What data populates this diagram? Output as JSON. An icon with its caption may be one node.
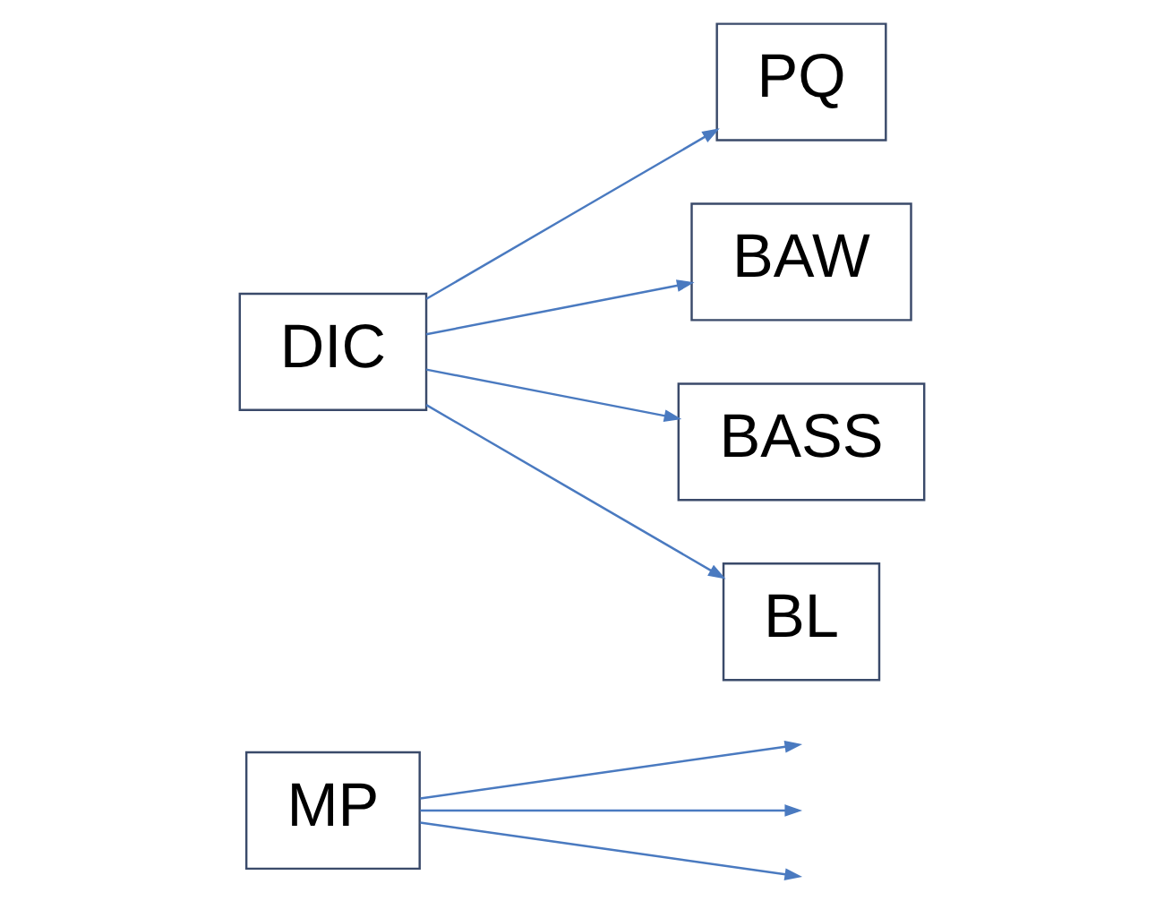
{
  "diagram": {
    "nodes": [
      {
        "text": [
          "MP"
        ]
      },
      {
        "text": [
          "DIC"
        ]
      },
      {
        "text": [
          "PQ"
        ]
      },
      {
        "text": [
          "BAW"
        ]
      },
      {
        "text": [
          "BASS"
        ]
      },
      {
        "text": [
          "BL"
        ]
      }
    ],
    "edges": [
      {
        "from": 1,
        "to": 2,
        "arrow": "to"
      },
      {
        "from": 1,
        "to": 3,
        "arrow": "to"
      },
      {
        "from": 1,
        "to": 4,
        "arrow": "to"
      },
      {
        "from": 1,
        "to": 5,
        "arrow": "to"
      },
      {
        "from": 0,
        "to": null,
        "arrow": "to"
      },
      {
        "from": 0,
        "to": null,
        "arrow": "to"
      },
      {
        "from": 0,
        "to": null,
        "arrow": "to"
      }
    ]
  }
}
